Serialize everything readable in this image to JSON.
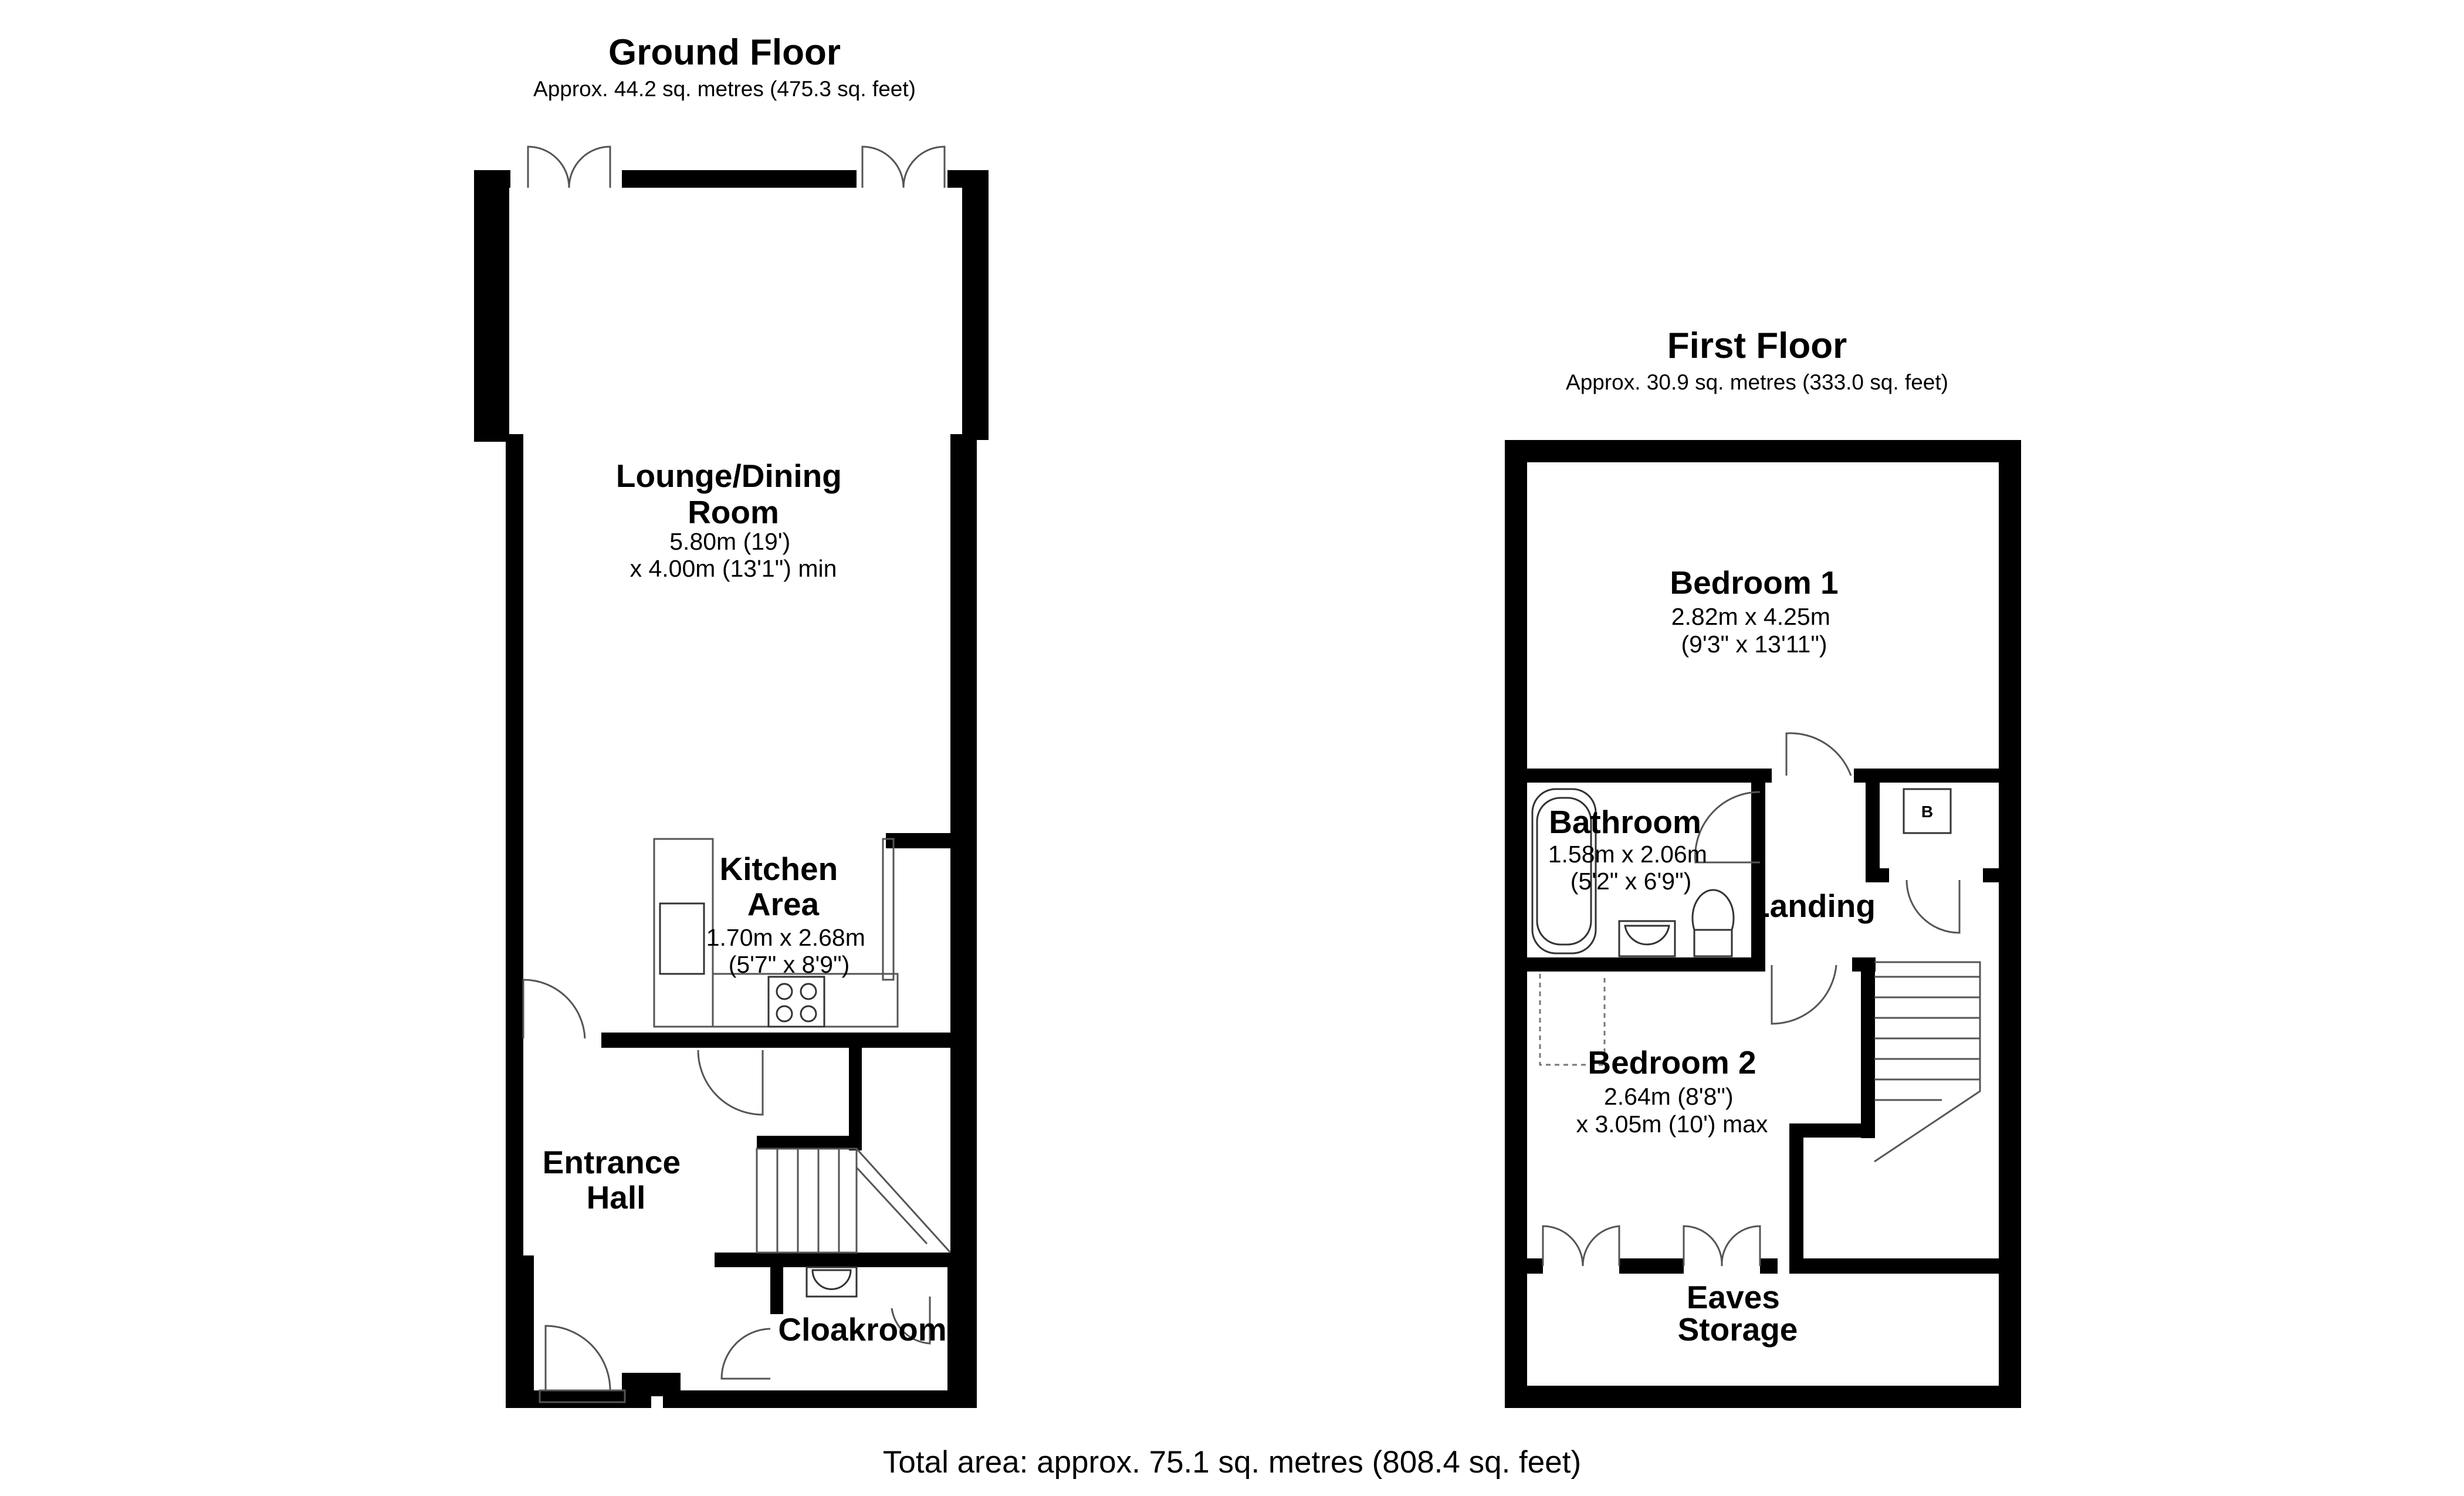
{
  "ground_floor": {
    "title": "Ground Floor",
    "area": "Approx. 44.2 sq. metres (475.3 sq. feet)",
    "rooms": {
      "lounge": {
        "name_lines": [
          "Lounge/Dining",
          "Room"
        ],
        "dim_lines": [
          "5.80m (19')",
          "x 4.00m (13'1\") min"
        ]
      },
      "kitchen": {
        "name_lines": [
          "Kitchen",
          "Area"
        ],
        "dim_lines": [
          "1.70m x 2.68m",
          "(5'7\" x 8'9\")"
        ]
      },
      "entrance": {
        "name_lines": [
          "Entrance",
          "Hall"
        ]
      },
      "cloakroom": {
        "name_lines": [
          "Cloakroom"
        ]
      }
    }
  },
  "first_floor": {
    "title": "First Floor",
    "area": "Approx. 30.9 sq. metres (333.0 sq. feet)",
    "rooms": {
      "bedroom1": {
        "name_lines": [
          "Bedroom 1"
        ],
        "dim_lines": [
          "2.82m x 4.25m",
          "(9'3\" x 13'11\")"
        ]
      },
      "bathroom": {
        "name_lines": [
          "Bathroom"
        ],
        "dim_lines": [
          "1.58m x 2.06m",
          "(5'2\" x 6'9\")"
        ]
      },
      "landing": {
        "name_lines": [
          "Landing"
        ]
      },
      "bedroom2": {
        "name_lines": [
          "Bedroom 2"
        ],
        "dim_lines": [
          "2.64m (8'8\")",
          "x 3.05m (10') max"
        ]
      },
      "eaves": {
        "name_lines": [
          "Eaves",
          "Storage"
        ]
      },
      "boiler_label": "B"
    }
  },
  "total_area": "Total area: approx. 75.1 sq. metres (808.4 sq. feet)"
}
